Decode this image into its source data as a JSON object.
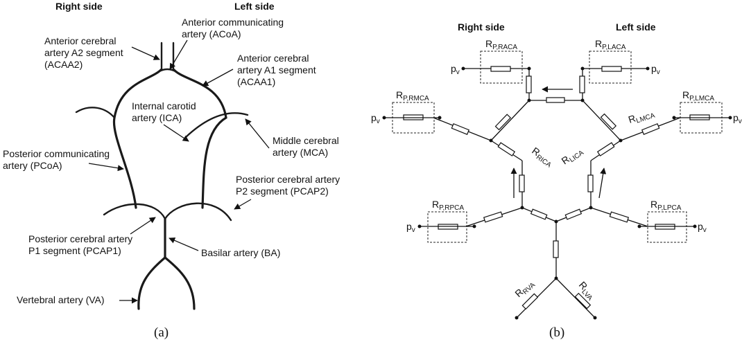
{
  "panel_a": {
    "right_side": "Right side",
    "left_side": "Left side",
    "caption": "(a)",
    "labels": {
      "acoa_1": "Anterior communicating",
      "acoa_2": "artery (ACoA)",
      "acaa2_1": "Anterior cerebral",
      "acaa2_2": "artery A2 segment",
      "acaa2_3": "(ACAA2)",
      "acaa1_1": "Anterior cerebral",
      "acaa1_2": "artery A1 segment",
      "acaa1_3": "(ACAA1)",
      "ica_1": "Internal carotid",
      "ica_2": "artery (ICA)",
      "mca_1": "Middle cerebral",
      "mca_2": "artery (MCA)",
      "pcoa_1": "Posterior communicating",
      "pcoa_2": "artery (PCoA)",
      "pcap2_1": "Posterior cerebral artery",
      "pcap2_2": "P2 segment (PCAP2)",
      "pcap1_1": "Posterior cerebral artery",
      "pcap1_2": "P1 segment (PCAP1)",
      "ba": "Basilar artery (BA)",
      "va": "Vertebral artery (VA)"
    }
  },
  "panel_b": {
    "right_side": "Right side",
    "left_side": "Left side",
    "caption": "(b)",
    "pressure": {
      "main": "p",
      "sub": "v"
    },
    "R": "R",
    "subs": {
      "p_raca": "P,RACA",
      "p_laca": "P,LACA",
      "p_rmca": "P,RMCA",
      "p_lmca": "P,LMCA",
      "lmca": "LMCA",
      "rica": "RICA",
      "lica": "LICA",
      "p_rpca": "P,RPCA",
      "p_lpca": "P,LPCA",
      "rva": "RVA",
      "lva": "LVA"
    }
  }
}
